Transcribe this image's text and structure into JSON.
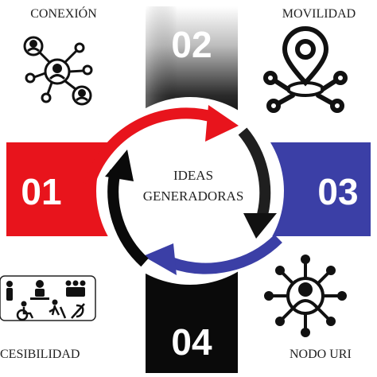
{
  "center": {
    "line1": "IDEAS",
    "line2": "GENERADORAS"
  },
  "blocks": [
    {
      "number": "01",
      "label": "",
      "color": "#e8141c"
    },
    {
      "number": "02",
      "label": "MOVILIDAD",
      "color": "#7a7a7a"
    },
    {
      "number": "03",
      "label": "",
      "color": "#3b3fa6"
    },
    {
      "number": "04",
      "label": "",
      "color": "#0a0a0a"
    }
  ],
  "labels": {
    "top_left": "CONEXIÓN",
    "top_right": "MOVILIDAD",
    "bottom_left": "CESIBILIDAD",
    "bottom_right": "NODO URI"
  },
  "icons": {
    "conexion": "network-people-icon",
    "movilidad": "location-pin-network-icon",
    "accesibilidad": "accessibility-people-icon",
    "nodo": "person-hub-icon"
  },
  "colors": {
    "red": "#e8141c",
    "blue": "#3b3fa6",
    "black": "#0a0a0a",
    "gray_dark": "#1a1a1a"
  }
}
